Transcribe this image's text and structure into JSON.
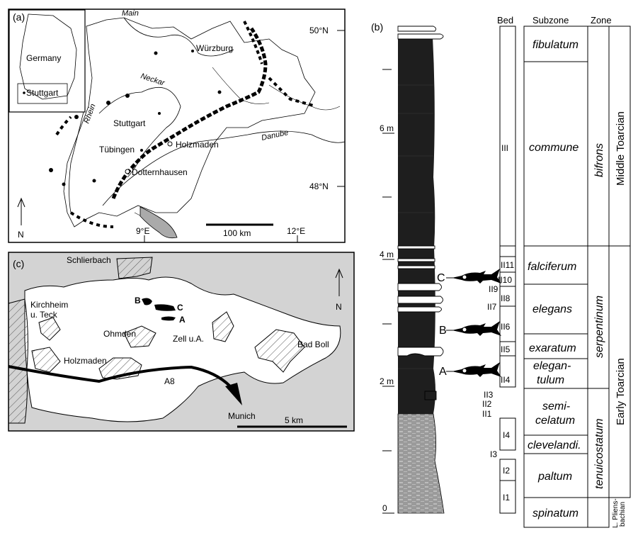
{
  "panel_a": {
    "label": "(a)",
    "inset_label": "Germany",
    "inset_city": "Stuttgart",
    "lat_top": "50°N",
    "lat_bottom": "48°N",
    "lon_left": "9°E",
    "lon_right": "12°E",
    "north": "N",
    "scale": "100 km",
    "rivers": {
      "main": "Main",
      "neckar": "Neckar",
      "rhein": "Rhein",
      "danube": "Danube"
    },
    "cities": {
      "wurzburg": "Würzburg",
      "stuttgart": "Stuttgart",
      "tubingen": "Tübingen",
      "holzmaden": "Holzmaden",
      "dotternhausen": "Dotternhausen"
    }
  },
  "panel_c": {
    "label": "(c)",
    "north": "N",
    "scale": "5 km",
    "motorway": "A8",
    "places": {
      "schlierbach": "Schlierbach",
      "kirchheim_1": "Kirchheim",
      "kirchheim_2": "u. Teck",
      "ohmden": "Ohmden",
      "zell": "Zell u.A.",
      "badboll": "Bad Boll",
      "holzmaden": "Holzmaden",
      "munich": "Munich"
    },
    "sites": {
      "a": "A",
      "b": "B",
      "c": "C"
    }
  },
  "panel_b": {
    "label": "(b)",
    "depth_labels": {
      "d0": "0",
      "d2": "2 m",
      "d4": "4 m",
      "d6": "6 m"
    },
    "fossils": {
      "a": "A",
      "b": "B",
      "c": "C"
    },
    "headers": {
      "bed": "Bed",
      "subzone": "Subzone",
      "zone": "Zone"
    },
    "beds": [
      "III",
      "II11",
      "II10",
      "II9",
      "II8",
      "II7",
      "II6",
      "II5",
      "II4",
      "II3",
      "II2",
      "II1",
      "I4",
      "I3",
      "I2",
      "I1"
    ],
    "subzones": {
      "fibulatum": "fibulatum",
      "commune": "commune",
      "falciferum": "falciferum",
      "elegans": "elegans",
      "exaratum": "exaratum",
      "elegantulum_1": "elegan-",
      "elegantulum_2": "tulum",
      "semicelatum_1": "semi-",
      "semicelatum_2": "celatum",
      "clevelandi": "clevelandi.",
      "paltum": "paltum",
      "spinatum": "spinatum"
    },
    "zones": {
      "bifrons": "bifrons",
      "serpentinum": "serpentinum",
      "tenuicostatum": "tenuicostatum"
    },
    "stages": {
      "middle": "Middle Toarcian",
      "early": "Early Toarcian",
      "pliens_1": "L. Pliens-",
      "pliens_2": "bachian"
    }
  }
}
